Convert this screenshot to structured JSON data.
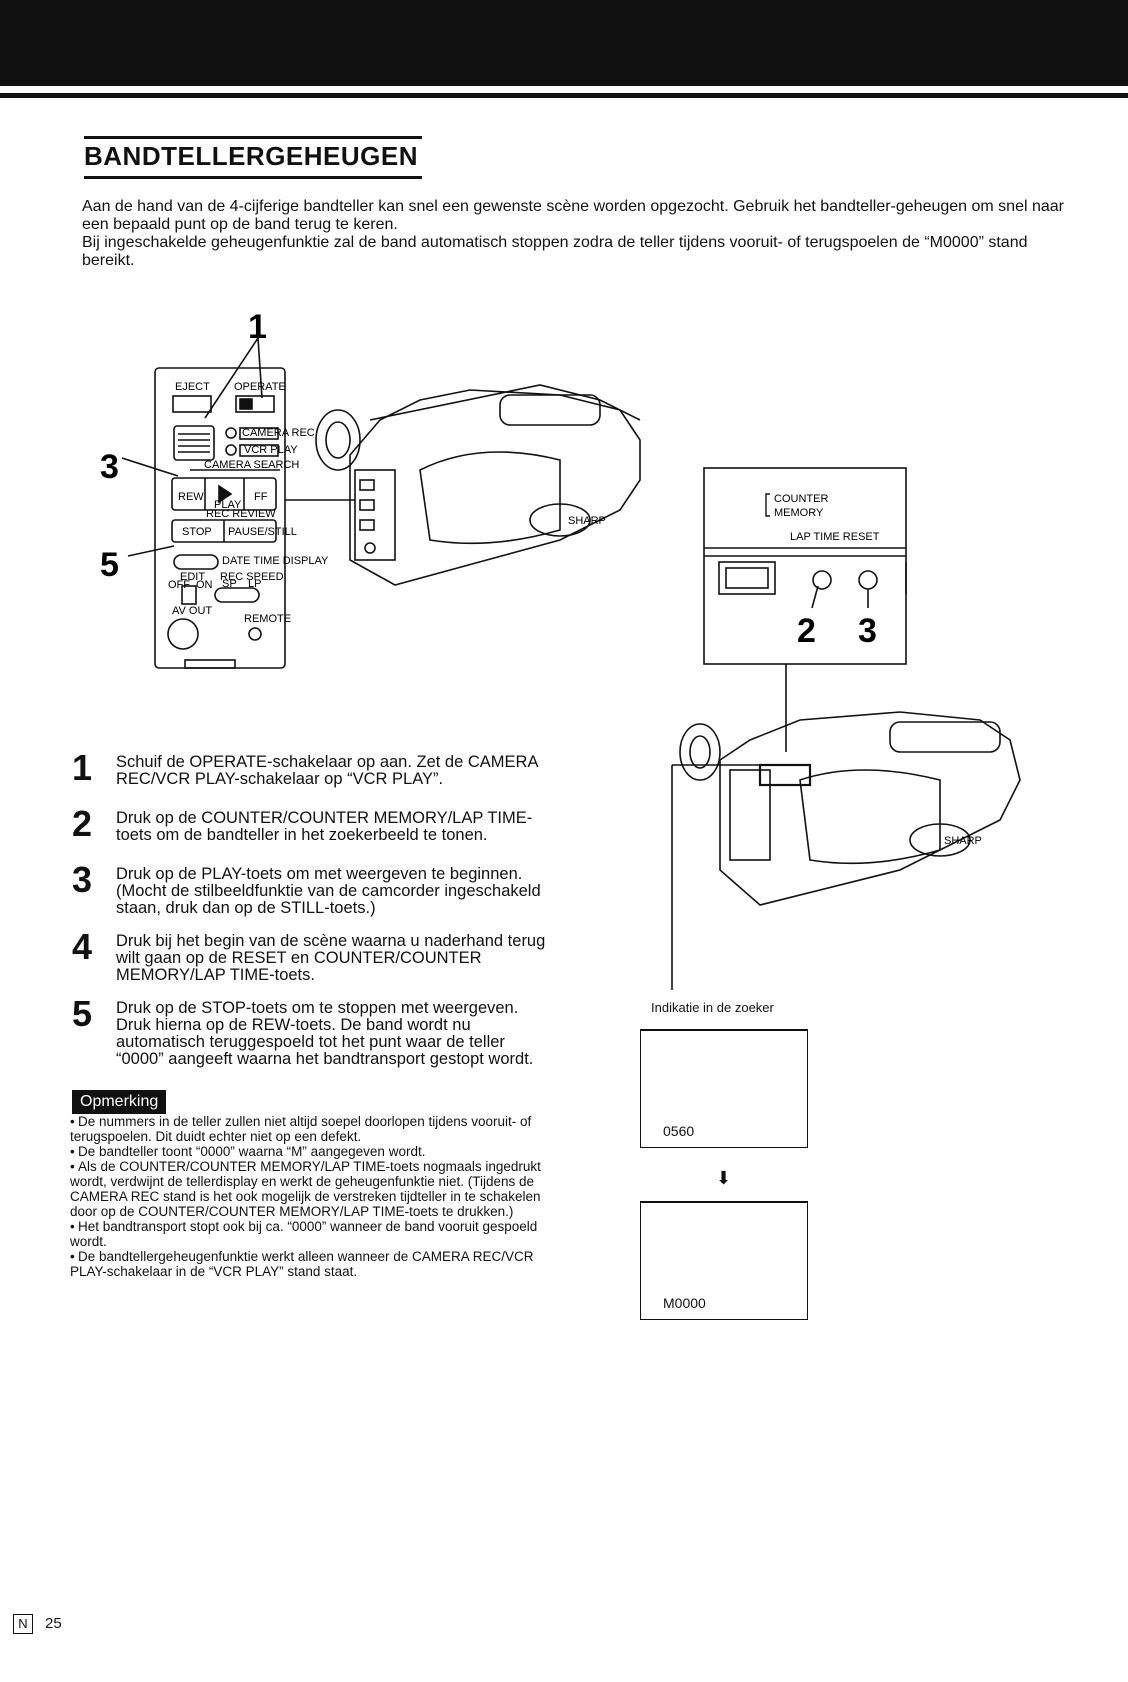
{
  "title": "BANDTELLERGEHEUGEN",
  "intro": [
    "Aan de hand van de 4-cijferige bandteller kan snel een gewenste scène worden opgezocht. Gebruik het bandteller-geheugen om snel naar een bepaald punt op de band terug te keren.",
    "Bij ingeschakelde geheugenfunktie zal de band automatisch stoppen zodra de teller tijdens vooruit- of terugspoelen de “M0000” stand bereikt."
  ],
  "diagram": {
    "callouts": [
      "1",
      "3",
      "5",
      "2",
      "3"
    ],
    "panel_labels": {
      "eject": "EJECT",
      "operate": "OPERATE",
      "camera_rec": "CAMERA REC",
      "vcr_play": "VCR PLAY",
      "camera_search": "CAMERA SEARCH",
      "rew": "REW",
      "play": "PLAY",
      "ff": "FF",
      "rec_review": "REC REVIEW",
      "stop": "STOP",
      "pause_still": "PAUSE/STILL",
      "date_time_display": "DATE TIME DISPLAY",
      "edit": "EDIT",
      "off": "OFF",
      "on": "ON",
      "rec_speed": "REC SPEED",
      "sp": "SP",
      "lp": "LP",
      "av_out": "AV OUT",
      "remote": "REMOTE",
      "sharp": "SHARP"
    },
    "counter_labels": [
      "COUNTER",
      "MEMORY",
      "LAP TIME RESET"
    ]
  },
  "steps": [
    {
      "num": "1",
      "text": "Schuif de OPERATE-schakelaar op aan. Zet de CAMERA REC/VCR PLAY-schakelaar op “VCR PLAY”."
    },
    {
      "num": "2",
      "text": "Druk op de COUNTER/COUNTER MEMORY/LAP TIME-toets om de bandteller in het zoekerbeeld te tonen."
    },
    {
      "num": "3",
      "text": "Druk op de PLAY-toets om met weergeven te beginnen. (Mocht de stilbeeldfunktie van de camcorder ingeschakeld staan, druk dan op de STILL-toets.)"
    },
    {
      "num": "4",
      "text": "Druk bij het begin van de scène waarna u naderhand terug wilt gaan op de RESET en COUNTER/COUNTER MEMORY/LAP TIME-toets."
    },
    {
      "num": "5",
      "text": "Druk op de STOP-toets om te stoppen met weergeven. Druk hierna op de REW-toets. De band wordt nu automatisch teruggespoeld tot het punt waar de teller “0000” aangeeft waarna het bandtransport gestopt wordt."
    }
  ],
  "note_heading": "Opmerking",
  "notes": [
    "De nummers in de teller zullen niet altijd soepel doorlopen tijdens vooruit- of terugspoelen. Dit duidt echter niet op een defekt.",
    "De bandteller toont “0000” waarna “M” aangegeven wordt.",
    "Als de COUNTER/COUNTER MEMORY/LAP TIME-toets nogmaals ingedrukt wordt, verdwijnt de tellerdisplay en werkt de geheugenfunktie niet. (Tijdens de CAMERA REC stand is het ook mogelijk de verstreken tijdteller in te schakelen door op de COUNTER/COUNTER MEMORY/LAP TIME-toets te drukken.)",
    "Het bandtransport stopt ook bij ca. “0000” wanneer de band vooruit gespoeld wordt.",
    "De bandtellergeheugenfunktie werkt alleen wanneer de CAMERA REC/VCR PLAY-schakelaar in de “VCR PLAY” stand staat."
  ],
  "viewfinder": {
    "caption": "Indikatie in de zoeker",
    "display_1": "0560",
    "display_2": "M0000"
  },
  "footer": {
    "lang_box": "N",
    "page": "25"
  }
}
